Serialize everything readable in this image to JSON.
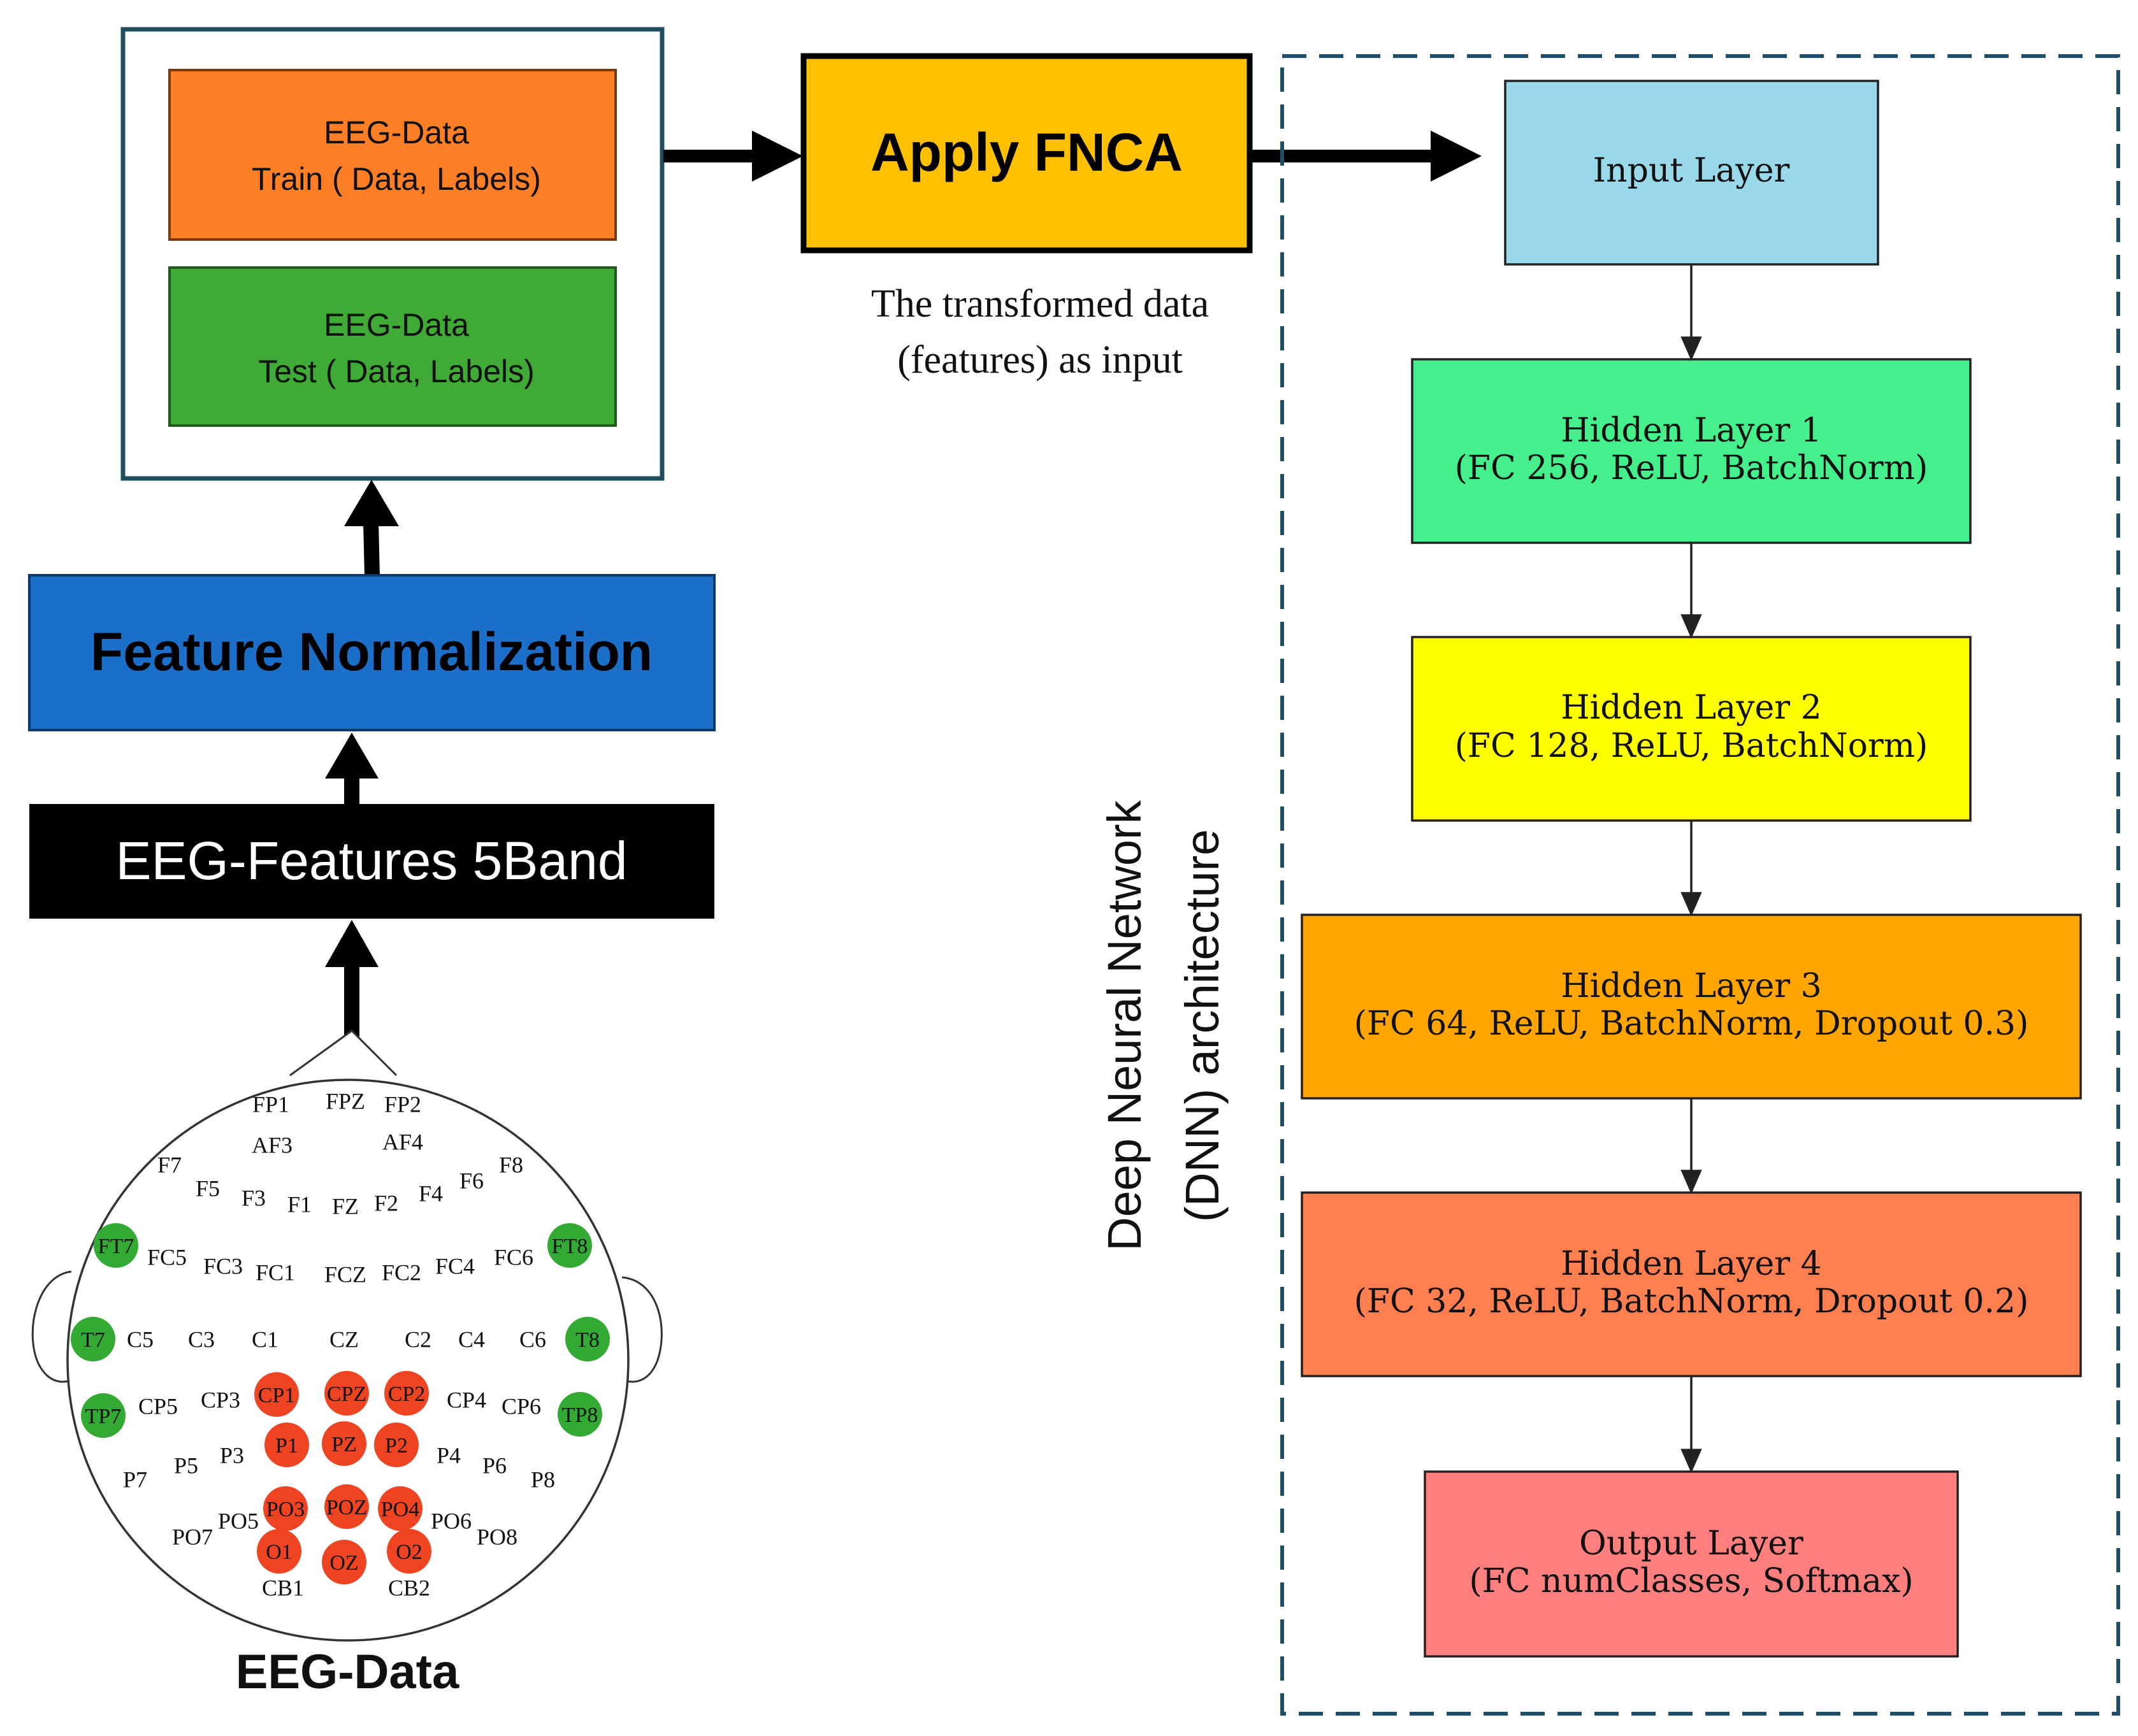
{
  "pipeline": {
    "train_box": {
      "line1": "EEG-Data",
      "line2": "Train ( Data, Labels)",
      "color": "#FF7F27"
    },
    "test_box": {
      "line1": "EEG-Data",
      "line2": "Test ( Data, Labels)",
      "color": "#3FAA35"
    },
    "fnca_box": {
      "label": "Apply FNCA",
      "color": "#FFC000"
    },
    "transformed_caption": {
      "line1": "The transformed  data",
      "line2": "(features) as input"
    },
    "normalization_box": {
      "label": "Feature Normalization",
      "color": "#1C6FC9"
    },
    "features_box": {
      "label": "EEG-Features 5Band",
      "color": "#000000"
    },
    "eeg_caption": "EEG-Data"
  },
  "dnn": {
    "side_title": {
      "line1": "Deep Neural Network",
      "line2": "(DNN)  architecture"
    },
    "layers": [
      {
        "line1": "Input Layer",
        "line2": "",
        "color": "#9AD9EA"
      },
      {
        "line1": "Hidden Layer 1",
        "line2": "(FC 256, ReLU, BatchNorm)",
        "color": "#45F08C"
      },
      {
        "line1": "Hidden Layer 2",
        "line2": "(FC 128, ReLU, BatchNorm)",
        "color": "#FFFF00"
      },
      {
        "line1": "Hidden Layer 3",
        "line2": "(FC 64, ReLU, BatchNorm, Dropout 0.3)",
        "color": "#FFA500"
      },
      {
        "line1": "Hidden Layer 4",
        "line2": "(FC 32, ReLU, BatchNorm, Dropout 0.2)",
        "color": "#FF7F50"
      },
      {
        "line1": "Output Layer",
        "line2": "(FC numClasses, Softmax)",
        "color": "#FF7F7F"
      }
    ]
  },
  "electrodes": {
    "colors": {
      "highlight_green": "#33AA33",
      "highlight_red": "#EE4422"
    },
    "plain": [
      "FP1",
      "FPZ",
      "FP2",
      "AF3",
      "AF4",
      "F7",
      "F5",
      "F3",
      "F1",
      "FZ",
      "F2",
      "F4",
      "F6",
      "F8",
      "FC5",
      "FC3",
      "FC1",
      "FCZ",
      "FC2",
      "FC4",
      "FC6",
      "C5",
      "C3",
      "C1",
      "CZ",
      "C2",
      "C4",
      "C6",
      "CP5",
      "CP3",
      "CP4",
      "CP6",
      "P7",
      "P5",
      "P3",
      "P4",
      "P6",
      "P8",
      "PO7",
      "PO5",
      "PO6",
      "PO8",
      "CB1",
      "CB2"
    ],
    "green": [
      "FT7",
      "FT8",
      "T7",
      "T8",
      "TP7",
      "TP8"
    ],
    "red": [
      "CP1",
      "CPZ",
      "CP2",
      "P1",
      "PZ",
      "P2",
      "PO3",
      "POZ",
      "PO4",
      "O1",
      "OZ",
      "O2"
    ]
  }
}
